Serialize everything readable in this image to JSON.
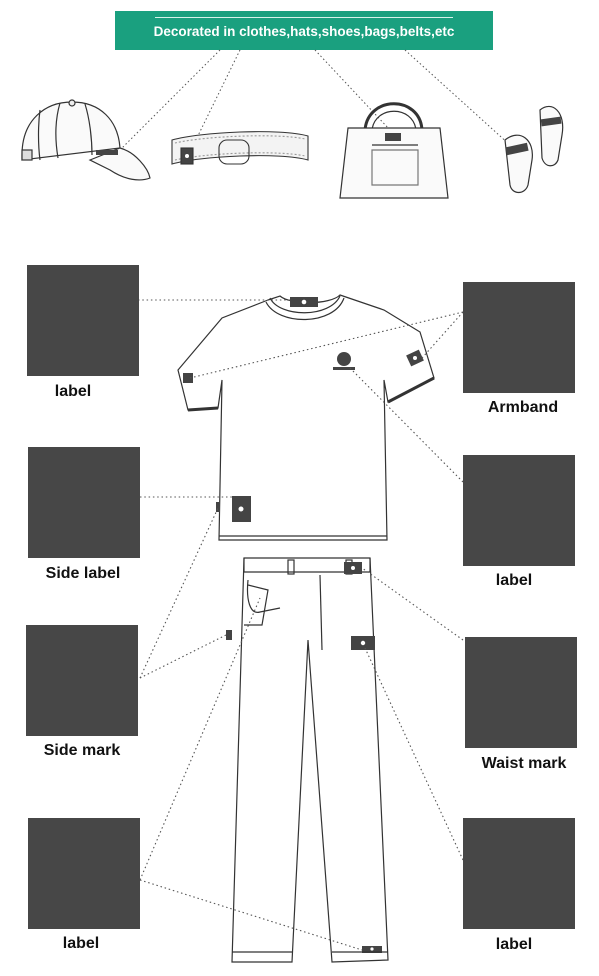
{
  "banner": {
    "text": "Decorated in clothes,hats,shoes,bags,belts,etc"
  },
  "colors": {
    "banner": "#1aa07f",
    "swatch": "#474747",
    "line_art": "#333333"
  },
  "items": [
    "cap-icon",
    "belt-icon",
    "handbag-icon",
    "slippers-icon",
    "tshirt-icon",
    "trousers-icon"
  ],
  "labels": {
    "left": [
      "label",
      "Side label",
      "Side mark",
      "label"
    ],
    "right": [
      "Armband",
      "label",
      "Waist mark",
      "label"
    ]
  }
}
